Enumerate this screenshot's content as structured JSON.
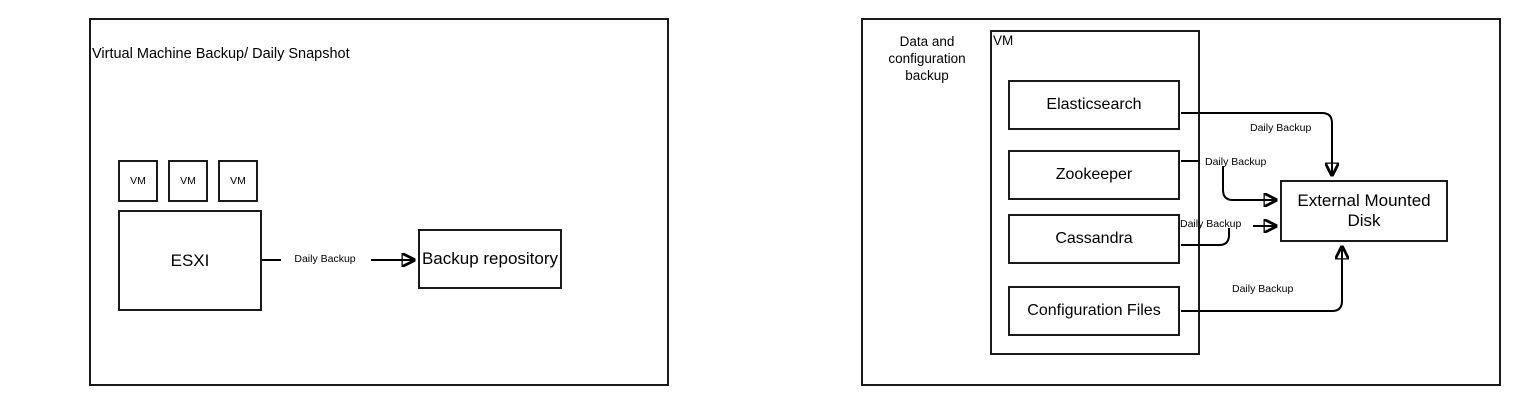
{
  "diagram": {
    "left_panel": {
      "title": "Virtual Machine Backup/ Daily Snapshot",
      "vm_chips": [
        {
          "label": "VM"
        },
        {
          "label": "VM"
        },
        {
          "label": "VM"
        }
      ],
      "nodes": {
        "esxi": "ESXI",
        "backup_repository": "Backup repository"
      },
      "edges": [
        {
          "from": "ESXI",
          "to": "Backup repository",
          "label": "Daily Backup"
        }
      ]
    },
    "right_panel": {
      "side_label": "Data and configuration backup",
      "vm_container_label": "VM",
      "services": [
        {
          "label": "Elasticsearch"
        },
        {
          "label": "Zookeeper"
        },
        {
          "label": "Cassandra"
        },
        {
          "label": "Configuration Files"
        }
      ],
      "target": "External Mounted Disk",
      "edges": [
        {
          "from": "Elasticsearch",
          "to": "External Mounted Disk",
          "label": "Daily Backup"
        },
        {
          "from": "Zookeeper",
          "to": "External Mounted Disk",
          "label": "Daily Backup"
        },
        {
          "from": "Cassandra",
          "to": "External Mounted Disk",
          "label": "Daily Backup"
        },
        {
          "from": "Configuration Files",
          "to": "External Mounted Disk",
          "label": "Daily Backup"
        }
      ]
    },
    "colors": {
      "stroke": "#1a1a1a",
      "background": "#ffffff",
      "text": "#000000"
    }
  }
}
